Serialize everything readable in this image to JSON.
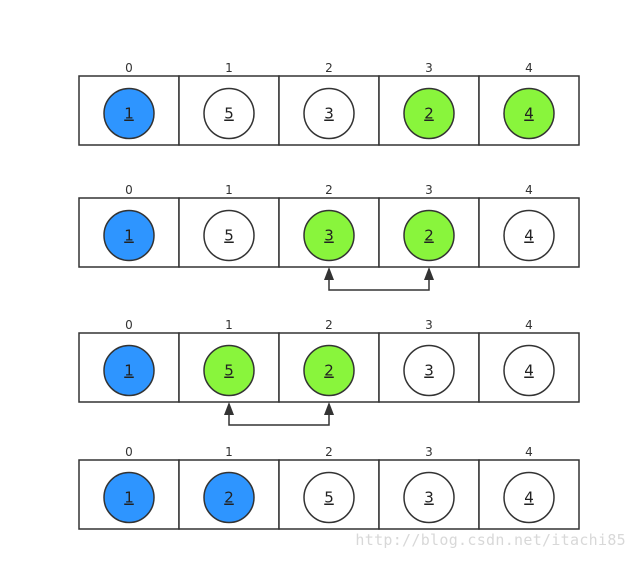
{
  "colors": {
    "sorted": "#2e95ff",
    "compare": "#89f53c",
    "default": "#ffffff",
    "stroke": "#333333",
    "arrow": "#333333"
  },
  "rows": [
    {
      "indices": [
        "0",
        "1",
        "2",
        "3",
        "4"
      ],
      "cells": [
        {
          "value": "1",
          "state": "sorted"
        },
        {
          "value": "5",
          "state": "default"
        },
        {
          "value": "3",
          "state": "default"
        },
        {
          "value": "2",
          "state": "compare"
        },
        {
          "value": "4",
          "state": "compare"
        }
      ],
      "swap": null
    },
    {
      "indices": [
        "0",
        "1",
        "2",
        "3",
        "4"
      ],
      "cells": [
        {
          "value": "1",
          "state": "sorted"
        },
        {
          "value": "5",
          "state": "default"
        },
        {
          "value": "3",
          "state": "compare"
        },
        {
          "value": "2",
          "state": "compare"
        },
        {
          "value": "4",
          "state": "default"
        }
      ],
      "swap": [
        2,
        3
      ]
    },
    {
      "indices": [
        "0",
        "1",
        "2",
        "3",
        "4"
      ],
      "cells": [
        {
          "value": "1",
          "state": "sorted"
        },
        {
          "value": "5",
          "state": "compare"
        },
        {
          "value": "2",
          "state": "compare"
        },
        {
          "value": "3",
          "state": "default"
        },
        {
          "value": "4",
          "state": "default"
        }
      ],
      "swap": [
        1,
        2
      ]
    },
    {
      "indices": [
        "0",
        "1",
        "2",
        "3",
        "4"
      ],
      "cells": [
        {
          "value": "1",
          "state": "sorted"
        },
        {
          "value": "2",
          "state": "sorted"
        },
        {
          "value": "5",
          "state": "default"
        },
        {
          "value": "3",
          "state": "default"
        },
        {
          "value": "4",
          "state": "default"
        }
      ],
      "swap": null
    }
  ],
  "watermark": "http://blog.csdn.net/itachi85"
}
